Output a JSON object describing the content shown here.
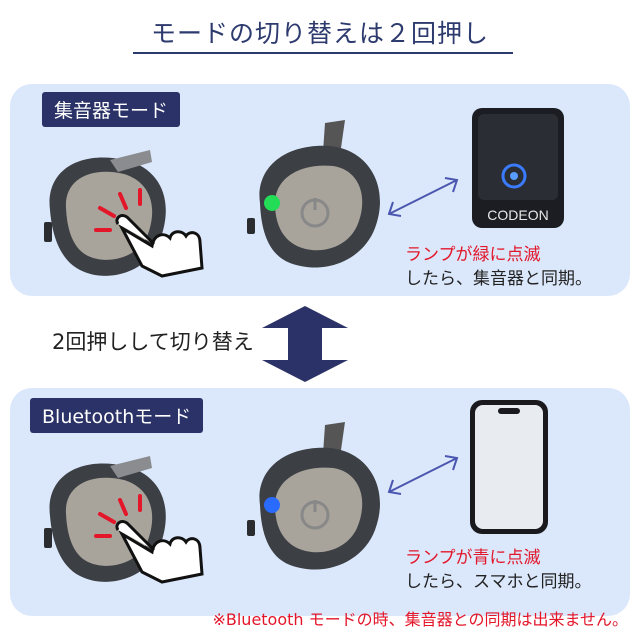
{
  "title": "モードの切り替えは２回押し",
  "hearing_mode": {
    "tag": "集音器モード",
    "lamp_text": "ランプが緑に点滅",
    "result_text": "したら、集音器と同期。",
    "device_logo": "CODEON",
    "lamp_color": "#22dd55"
  },
  "switch_label": "2回押しして切り替え",
  "bluetooth_mode": {
    "tag": "Bluetoothモード",
    "lamp_text": "ランプが青に点滅",
    "result_text": "したら、スマホと同期。",
    "lamp_color": "#2a6bff"
  },
  "footnote": "※Bluetooth モードの時、集音器との同期は出来ません。",
  "colors": {
    "navy": "#2b3267",
    "panel": "#dbe8fb",
    "red": "#e3162a",
    "arrow": "#4a56b0"
  }
}
